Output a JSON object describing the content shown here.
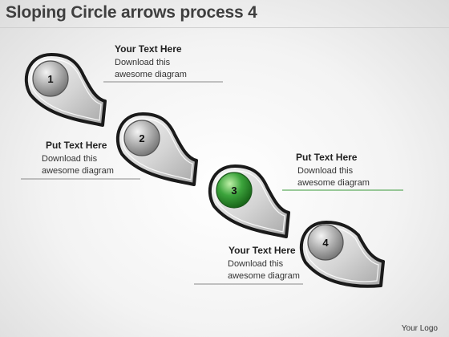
{
  "title": "Sloping Circle arrows process 4",
  "steps": [
    {
      "number": "1",
      "color": "#9a9a9a",
      "heading": "Your Text Here",
      "line1": "Download this",
      "line2": "awesome diagram",
      "rule_color": "#8a8a8a"
    },
    {
      "number": "2",
      "color": "#9a9a9a",
      "heading": "Put Text Here",
      "line1": "Download this",
      "line2": "awesome diagram",
      "rule_color": "#8a8a8a"
    },
    {
      "number": "3",
      "color": "#2e8f2e",
      "heading": "Put Text Here",
      "line1": "Download this",
      "line2": "awesome diagram",
      "rule_color": "#3a9a3a"
    },
    {
      "number": "4",
      "color": "#9a9a9a",
      "heading": "Your Text Here",
      "line1": "Download this",
      "line2": "awesome diagram",
      "rule_color": "#8a8a8a"
    }
  ],
  "footer": "Your Logo"
}
